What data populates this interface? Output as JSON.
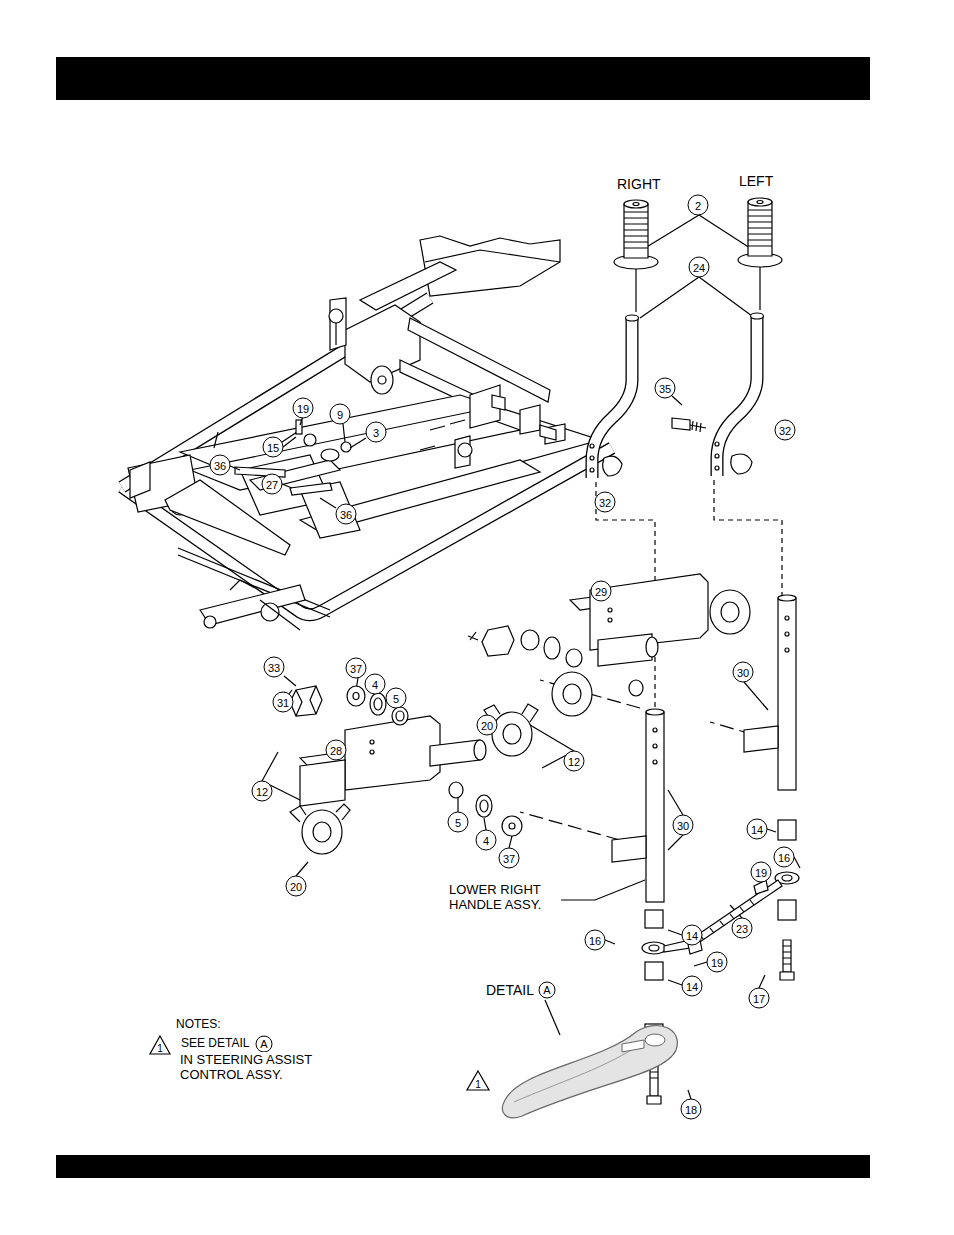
{
  "diagram": {
    "labels": [
      "RIGHT",
      "LEFT",
      "2",
      "24",
      "35",
      "32",
      "19",
      "9",
      "3",
      "15",
      "36",
      "27",
      "36",
      "32",
      "29",
      "33",
      "37",
      "4",
      "5",
      "30",
      "31",
      "20",
      "28",
      "12",
      "12",
      "5",
      "30",
      "14",
      "4",
      "16",
      "37",
      "19",
      "20",
      "LOWER RIGHT HANDLE ASSY.",
      "23",
      "14",
      "16",
      "19",
      "14",
      "17",
      "DETAIL",
      "A",
      "NOTES:",
      "1",
      "SEE DETAIL",
      "A",
      "IN STEERING ASSIST CONTROL ASSY.",
      "1",
      "18"
    ]
  }
}
